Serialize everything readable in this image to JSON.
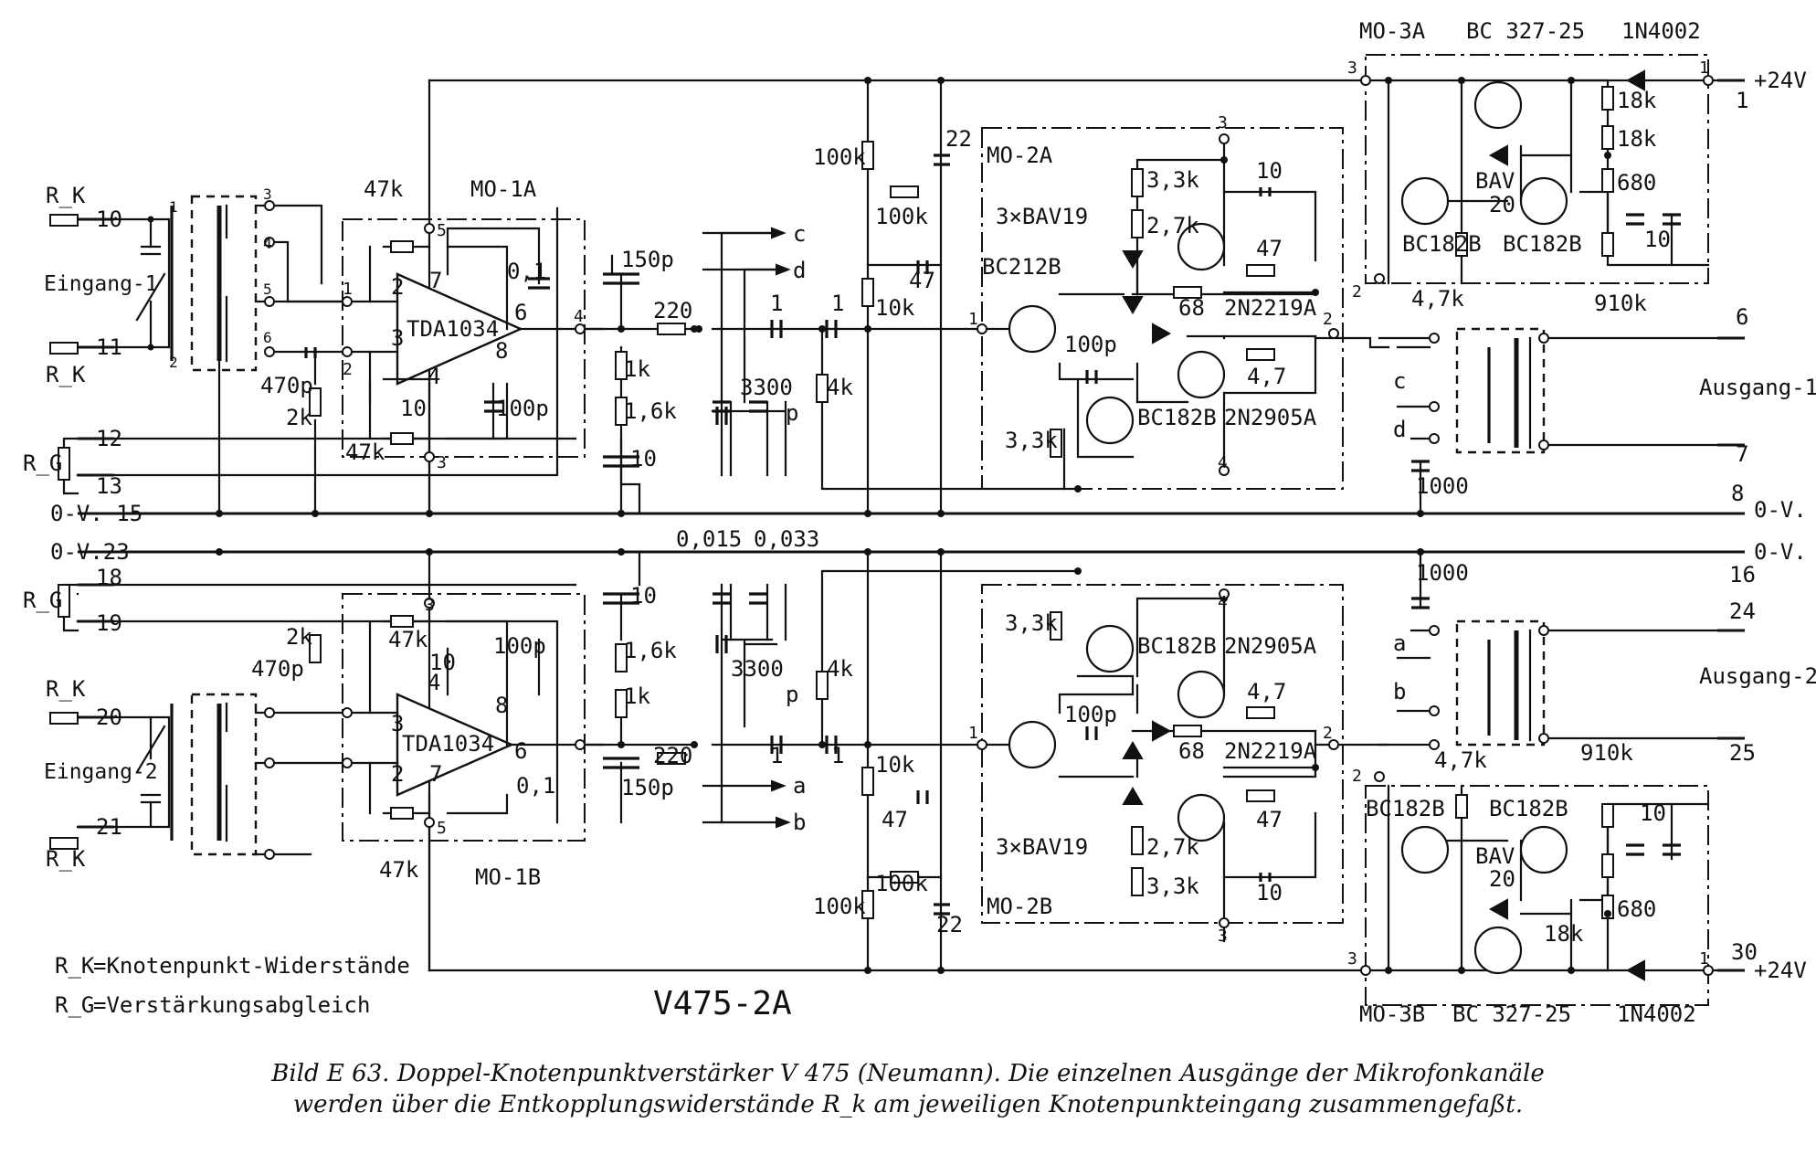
{
  "figure": {
    "designation": "V475-2A",
    "caption_line_1": "Bild E 63.  Doppel-Knotenpunktverstärker V 475 (Neumann). Die einzelnen Ausgänge der Mikrofonkanäle",
    "caption_line_2": "werden über die Entkopplungswiderstände R_k am jeweiligen Knotenpunkteingang zusammengefaßt."
  },
  "legend": [
    {
      "symbol": "R_K",
      "text": "=Knotenpunkt-Widerstände"
    },
    {
      "symbol": "R_G",
      "text": "=Verstärkungsabgleich"
    }
  ],
  "terminals": {
    "t10": "10",
    "t11": "11",
    "t12": "12",
    "t13": "13",
    "t15": "15",
    "t23": "23",
    "t18": "18",
    "t19": "19",
    "t20": "20",
    "t21": "21",
    "t1": "1",
    "t6": "6",
    "t7": "7",
    "t8": "8",
    "t16": "16",
    "t24": "24",
    "t25": "25",
    "t30": "30",
    "zero_v": "0-V.",
    "zero_v15": "0-V. 15",
    "zero_v23": "0-V.23",
    "supply": "+24V",
    "in1": "Eingang-1",
    "in2": "Eingang-2",
    "out1": "Ausgang-1",
    "out2": "Ausgang-2",
    "rk": "R_K",
    "rg": "R_G"
  },
  "connectors": {
    "c": "c",
    "d": "d",
    "a": "a",
    "b": "b"
  },
  "pins": {
    "p1": "1",
    "p2": "2",
    "p3": "3",
    "p4": "4",
    "p5": "5",
    "p6": "6",
    "p7": "7",
    "p8": "8"
  },
  "modules": {
    "mo1a": "MO-1A",
    "mo1b": "MO-1B",
    "mo2a": "MO-2A",
    "mo2b": "MO-2B",
    "mo3a": "MO-3A",
    "mo3b": "MO-3B"
  },
  "parts": {
    "opamp": "TDA1034",
    "r47k": "47k",
    "c01": "0,1",
    "c10": "10",
    "c100p": "100p",
    "c470p": "470p",
    "r2k": "2k",
    "c150p": "150p",
    "r1k": "1k",
    "r16k": "1,6k",
    "r220": "220",
    "c1": "1",
    "c3300": "3300",
    "c0015": "0,015",
    "c0033": "0,033",
    "r4k": "4k",
    "r100k": "100k",
    "c22": "22",
    "c47": "47",
    "r10k": "10k",
    "r33k": "3,3k",
    "r27k": "2,7k",
    "bav19": "3×BAV19",
    "bc212b": "BC212B",
    "r68": "68",
    "r47": "47",
    "q2219": "2N2219A",
    "q2905": "2N2905A",
    "bc182b": "BC182B",
    "r4_7": "4,7",
    "c1000": "1000",
    "bc327": "BC 327-25",
    "d4002": "1N4002",
    "r18k": "18k",
    "r680": "680",
    "bav": "BAV",
    "bav20": "20",
    "r4_7k": "4,7k",
    "r910k": "910k",
    "lp": "p"
  }
}
